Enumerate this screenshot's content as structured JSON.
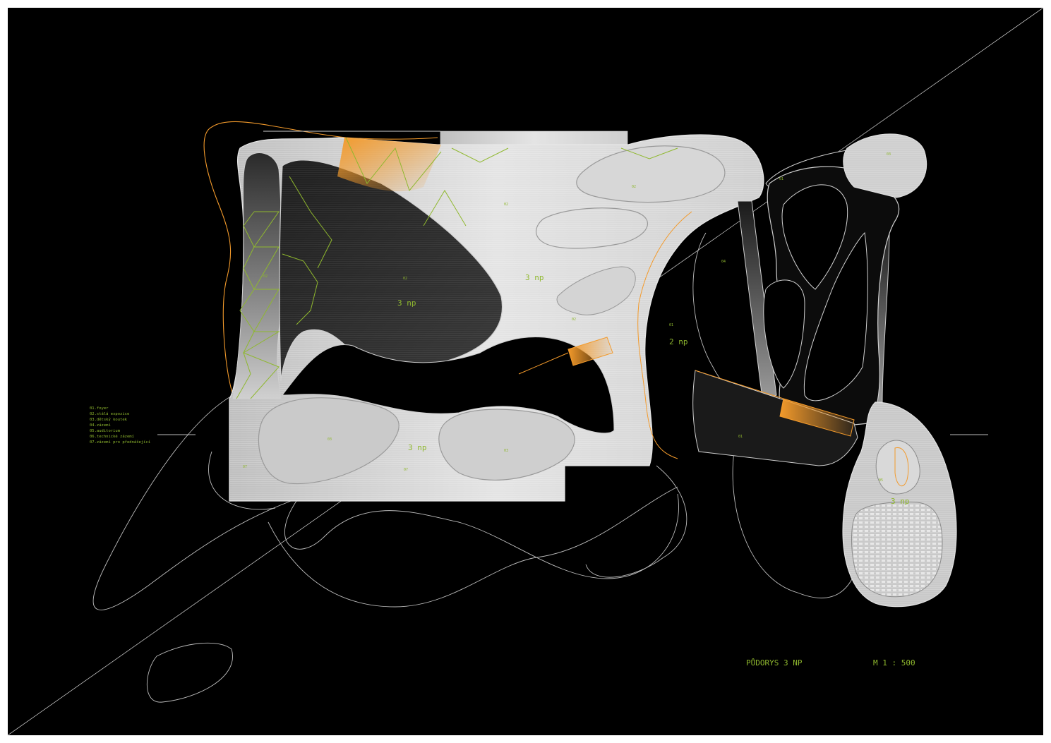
{
  "drawing": {
    "title": "PŮDORYS 3 NP",
    "scale": "M 1 : 500",
    "legend": [
      "01.foyer",
      "02.stálá expozice",
      "03.dětský koutek",
      "04.zázemí",
      "05.auditorium",
      "06.technické zázemí",
      "07.zázemí pro přednášející"
    ],
    "floor_labels": {
      "left_wing": "3 np",
      "center": "3 np",
      "middle": "2 np",
      "bottom": "3 np",
      "auditorium": "3 np"
    },
    "room_numbers": {
      "r_left": "02",
      "r_dark": "02",
      "r_top_mid": "02",
      "r_top_right": "02",
      "r_mid_right": "02",
      "r_foyer": "01",
      "r_right_a": "01",
      "r_right_b": "04",
      "r_right_c": "03",
      "r_right_d": "01",
      "r_bottom_a": "03",
      "r_bottom_b": "03",
      "r_bottom_c": "07",
      "r_bottom_left": "07",
      "r_aud": "05"
    },
    "colors": {
      "background": "#000000",
      "line": "#cfcfcf",
      "accent_green": "#8fb82e",
      "accent_orange": "#f39a2b",
      "floor_light": "#d8d8d8",
      "floor_dark": "#2e2e2e"
    }
  }
}
